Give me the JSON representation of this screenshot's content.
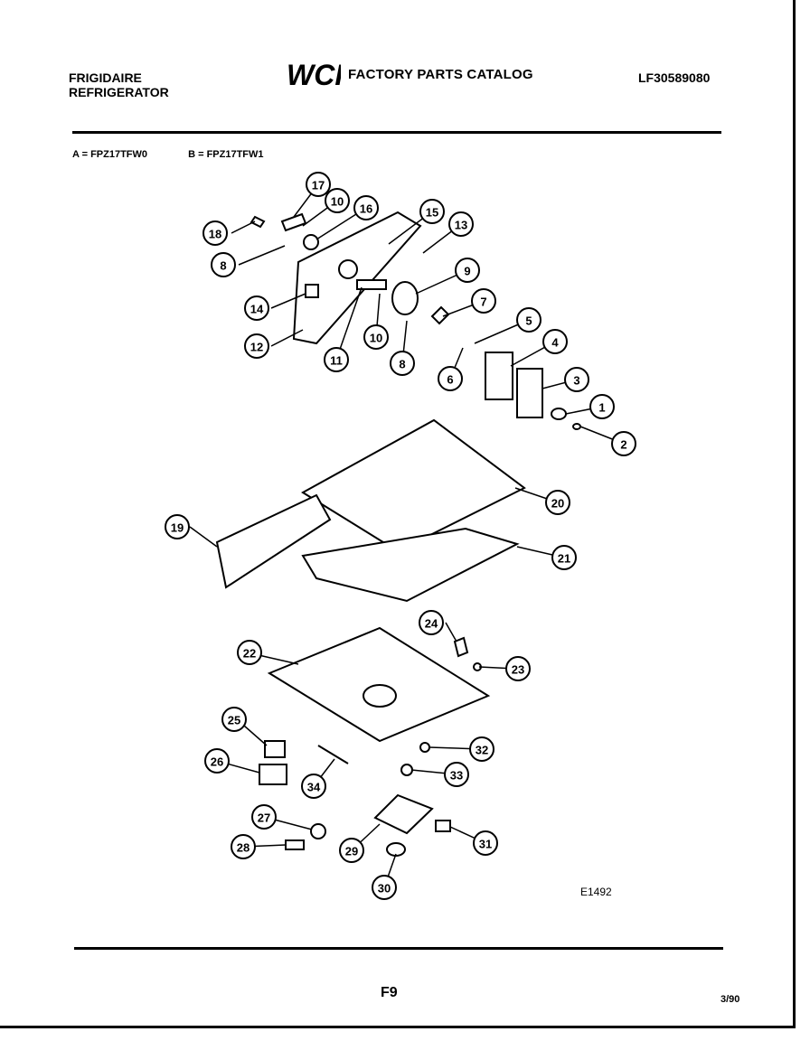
{
  "header": {
    "brand_line1": "FRIGIDAIRE",
    "brand_line2": "REFRIGERATOR",
    "logo_text": "WCI",
    "catalog_title": "FACTORY PARTS CATALOG",
    "catalog_number": "LF30589080"
  },
  "models": {
    "a": "A = FPZ17TFW0",
    "b": "B = FPZ17TFW1"
  },
  "diagram": {
    "code": "E1492",
    "callouts": [
      "17",
      "10",
      "16",
      "15",
      "13",
      "18",
      "8",
      "9",
      "7",
      "14",
      "12",
      "11",
      "10",
      "8",
      "5",
      "4",
      "6",
      "3",
      "1",
      "2",
      "20",
      "19",
      "21",
      "24",
      "22",
      "23",
      "25",
      "32",
      "26",
      "33",
      "34",
      "27",
      "28",
      "29",
      "31",
      "30"
    ]
  },
  "footer": {
    "page": "F9",
    "date": "3/90"
  }
}
